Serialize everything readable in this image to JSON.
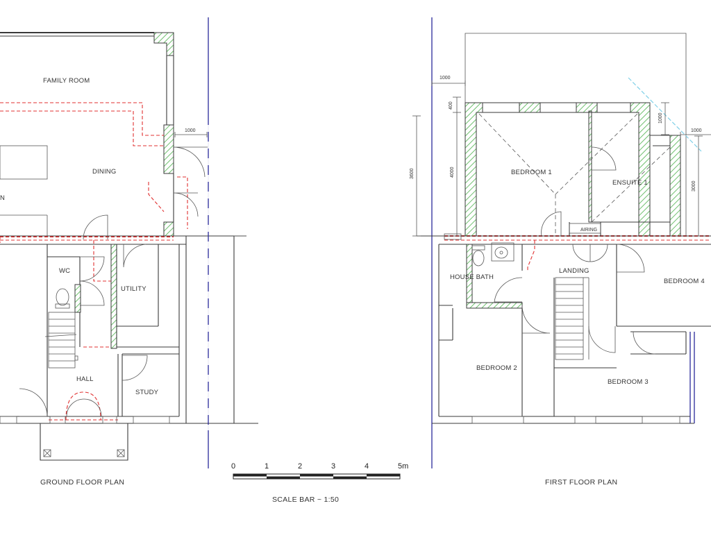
{
  "ground_floor": {
    "title": "GROUND FLOOR PLAN",
    "rooms": {
      "family_room": "FAMILY ROOM",
      "dining": "DINING",
      "kitchen_partial": "N",
      "wc": "WC",
      "utility": "UTILITY",
      "hall": "HALL",
      "study": "STUDY"
    },
    "dimensions": {
      "side_offset": "1000"
    }
  },
  "first_floor": {
    "title": "FIRST FLOOR PLAN",
    "rooms": {
      "bedroom1": "BEDROOM 1",
      "ensuite1": "ENSUITE 1",
      "airing": "AIRING",
      "house_bath": "HOUSE BATH",
      "landing": "LANDING",
      "bedroom4": "BEDROOM 4",
      "bedroom2": "BEDROOM 2",
      "bedroom3": "BEDROOM 3"
    },
    "dimensions": {
      "top_offset": "1000",
      "vertical_400": "400",
      "vertical_4000": "4000",
      "vertical_3600": "3600",
      "right_1000": "1000",
      "right_vertical_1000": "1000",
      "right_3000": "3000"
    }
  },
  "scale_bar": {
    "caption": "SCALE BAR ~ 1:50",
    "ticks": [
      "0",
      "1",
      "2",
      "3",
      "4",
      "5m"
    ]
  },
  "colors": {
    "wall": "#3a3a3a",
    "new_wall_hatch": "#7cc47c",
    "proposed_dashed": "#e03030",
    "boundary_line": "#2a2a9a"
  }
}
